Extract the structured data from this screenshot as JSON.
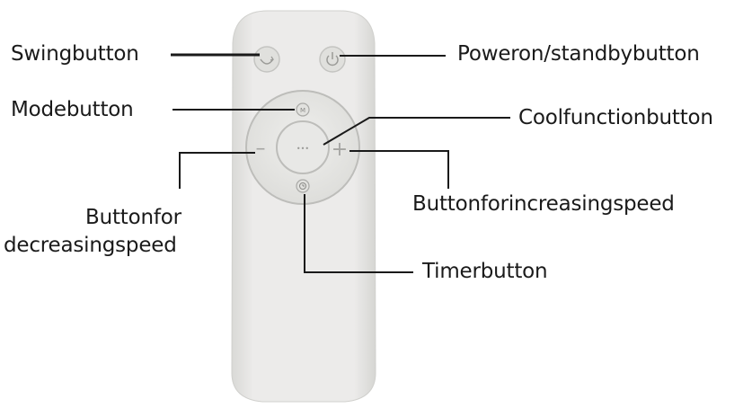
{
  "labels": {
    "swing": "Swingbutton",
    "power": "Poweron/standbybutton",
    "mode": "Modebutton",
    "cool": "Coolfunctionbutton",
    "decrease_line1": "Buttonfor",
    "decrease_line2": "decreasingspeed",
    "increase": "Buttonforincreasingspeed",
    "timer": "Timerbutton"
  },
  "glyphs": {
    "minus": "–",
    "plus": "+",
    "dots": "•••"
  },
  "colors": {
    "remote_body": "#e6e6e4",
    "remote_shadow": "#cfcfcc",
    "leader_line": "#1a1a1a",
    "button_ring": "#b9b9b6"
  }
}
